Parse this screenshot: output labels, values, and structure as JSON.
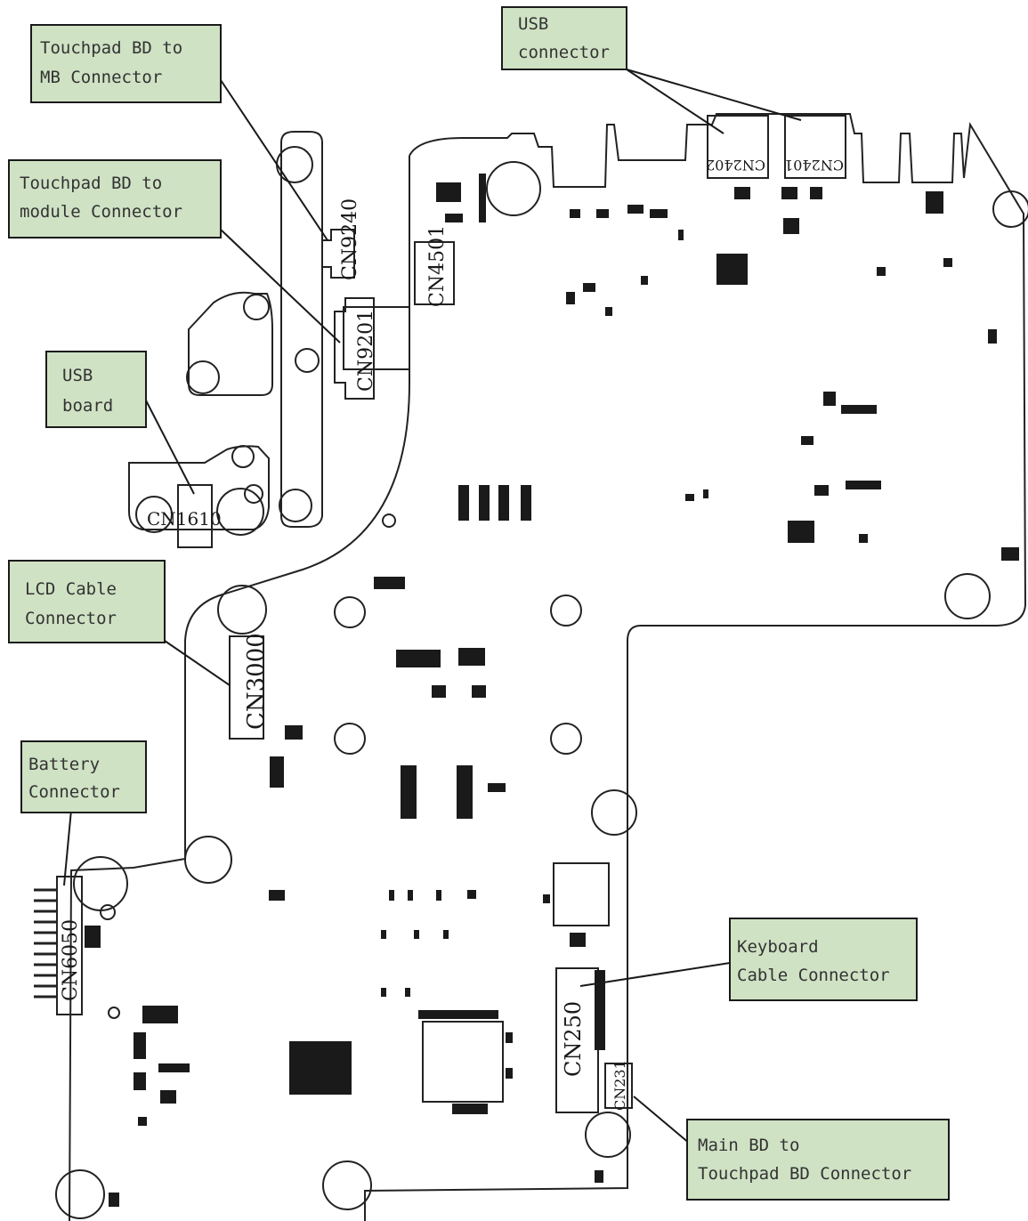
{
  "colors": {
    "callout_fill": "#cfe2c4",
    "callout_border": "#1a1a1a",
    "callout_text": "#333333",
    "outline": "#222222",
    "component": "#1a1a1a"
  },
  "callouts": {
    "touchpad_mb": {
      "line1": "Touchpad BD to",
      "line2": "MB Connector"
    },
    "usb_connector": {
      "line1": "USB",
      "line2": "connector"
    },
    "touchpad_module": {
      "line1": "Touchpad BD to",
      "line2": "module Connector"
    },
    "usb_board": {
      "line1": "USB",
      "line2": "board"
    },
    "lcd_cable": {
      "line1": "LCD Cable",
      "line2": "Connector"
    },
    "battery": {
      "line1": "Battery",
      "line2": "Connector"
    },
    "keyboard": {
      "line1": "Keyboard",
      "line2": "Cable Connector"
    },
    "main_touchpad": {
      "line1": "Main BD to",
      "line2": "Touchpad BD Connector"
    }
  },
  "ref_designators": {
    "cn9240": "CN9240",
    "cn9201": "CN9201",
    "cn4501": "CN4501",
    "cn2402": "CN2402",
    "cn2401": "CN2401",
    "cn1610": "CN1610",
    "cn3000": "CN3000",
    "cn6050": "CN6050",
    "cn250": "CN250",
    "cn231": "CN231"
  }
}
